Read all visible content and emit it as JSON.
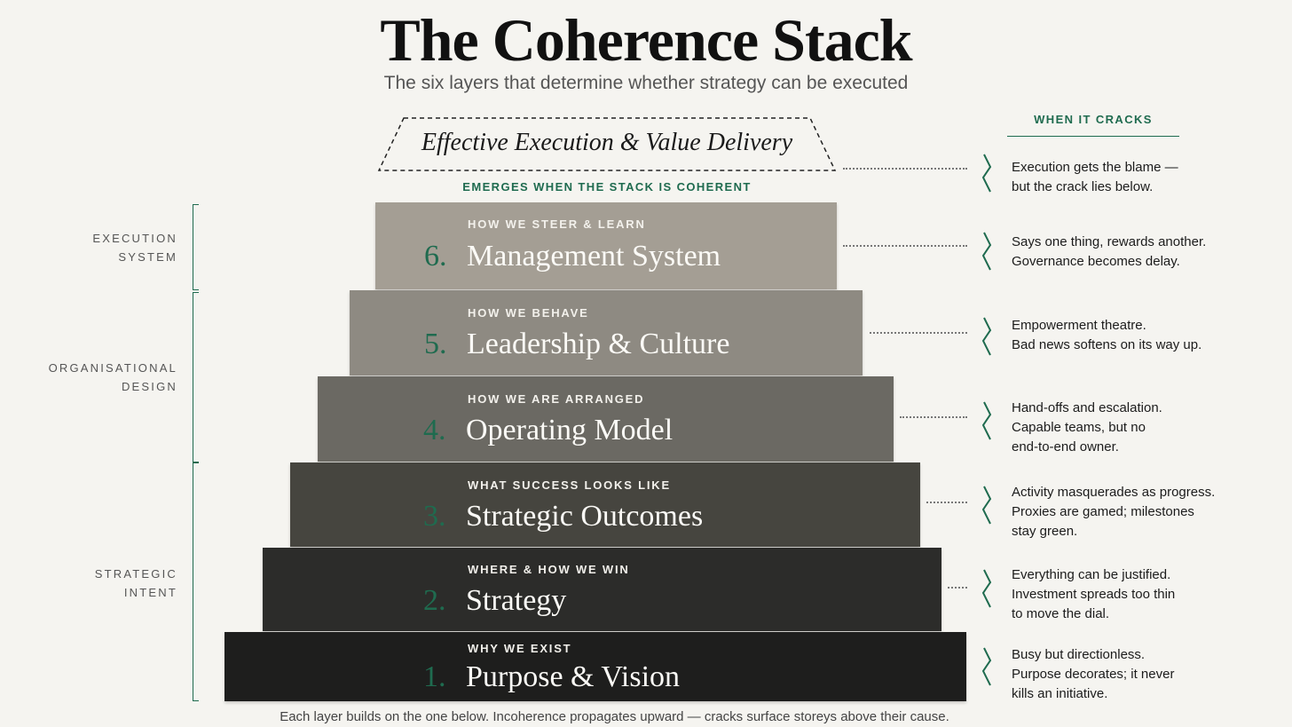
{
  "title": "The Coherence Stack",
  "subtitle": "The six layers that determine whether strategy can be executed",
  "capstone": {
    "label": "Effective Execution & Value Delivery",
    "caption": "EMERGES WHEN THE STACK IS COHERENT",
    "crack": [
      "Execution gets the blame —",
      "but the crack lies below."
    ]
  },
  "cracks_header": "WHEN IT CRACKS",
  "groups": [
    {
      "label": [
        "EXECUTION",
        "SYSTEM"
      ]
    },
    {
      "label": [
        "ORGANISATIONAL",
        "DESIGN"
      ]
    },
    {
      "label": [
        "STRATEGIC",
        "INTENT"
      ]
    }
  ],
  "layers": [
    {
      "number": "6.",
      "kicker": "HOW WE STEER & LEARN",
      "name": "Management System",
      "color": "#a49e94",
      "crack": [
        "Says one thing, rewards another.",
        "Governance becomes delay."
      ]
    },
    {
      "number": "5.",
      "kicker": "HOW WE BEHAVE",
      "name": "Leadership & Culture",
      "color": "#8e8a82",
      "crack": [
        "Empowerment theatre.",
        "Bad news softens on its way up."
      ]
    },
    {
      "number": "4.",
      "kicker": "HOW WE ARE ARRANGED",
      "name": "Operating Model",
      "color": "#6b6963",
      "crack": [
        "Hand-offs and escalation.",
        "Capable teams, but no",
        "end-to-end owner."
      ]
    },
    {
      "number": "3.",
      "kicker": "WHAT SUCCESS LOOKS LIKE",
      "name": "Strategic Outcomes",
      "color": "#46453f",
      "crack": [
        "Activity masquerades as progress.",
        "Proxies are gamed; milestones",
        "stay green."
      ]
    },
    {
      "number": "2.",
      "kicker": "WHERE & HOW WE WIN",
      "name": "Strategy",
      "color": "#2c2c2a",
      "crack": [
        "Everything can be justified.",
        "Investment spreads too thin",
        "to move the dial."
      ]
    },
    {
      "number": "1.",
      "kicker": "WHY WE EXIST",
      "name": "Purpose & Vision",
      "color": "#1e1e1d",
      "crack": [
        "Busy but directionless.",
        "Purpose decorates; it never",
        "kills an initiative."
      ]
    }
  ],
  "footer": "Each layer builds on the one below. Incoherence propagates upward — cracks surface storeys above their cause.",
  "accent_color": "#1f6b4f"
}
